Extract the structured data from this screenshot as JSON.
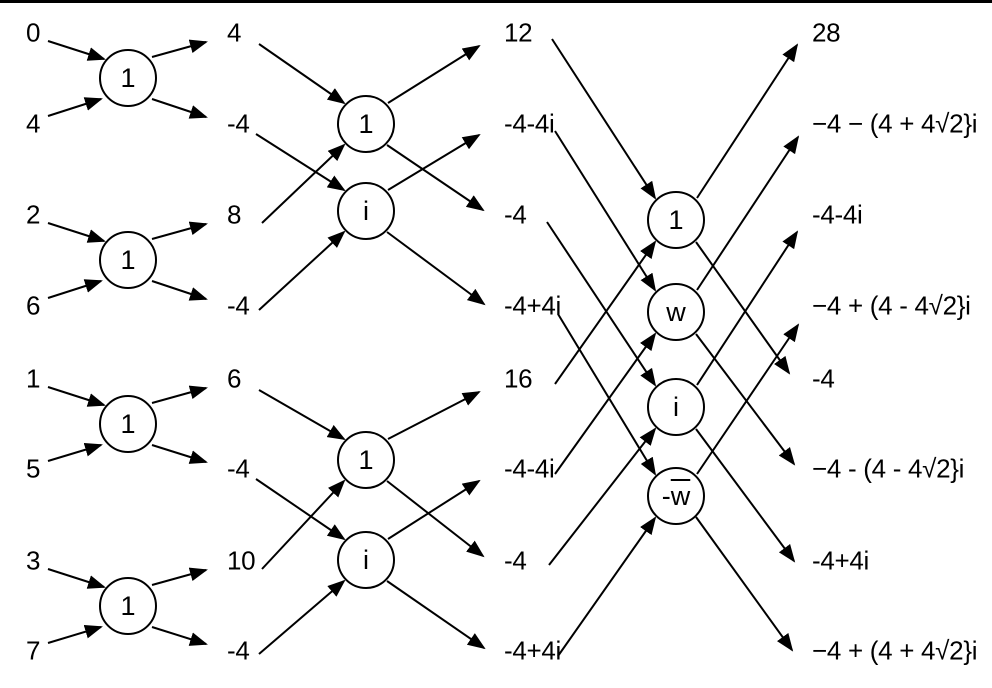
{
  "colors": {
    "line": "#000000",
    "background": "#ffffff"
  },
  "stage1": {
    "inputs": [
      "0",
      "4",
      "2",
      "6",
      "1",
      "5",
      "3",
      "7"
    ],
    "nodes": [
      {
        "pre": "1",
        "bar": ""
      },
      {
        "pre": "1",
        "bar": ""
      },
      {
        "pre": "1",
        "bar": ""
      },
      {
        "pre": "1",
        "bar": ""
      }
    ]
  },
  "stage2": {
    "values": [
      "4",
      "-4",
      "8",
      "-4",
      "6",
      "-4",
      "10",
      "-4"
    ],
    "nodes": [
      {
        "pre": "1",
        "bar": ""
      },
      {
        "pre": "i",
        "bar": ""
      },
      {
        "pre": "1",
        "bar": ""
      },
      {
        "pre": "i",
        "bar": ""
      }
    ]
  },
  "stage3": {
    "values": [
      "12",
      "-4-4i",
      "-4",
      "-4+4i",
      "16",
      "-4-4i",
      "-4",
      "-4+4i"
    ],
    "nodes": [
      {
        "pre": "1",
        "bar": ""
      },
      {
        "pre": "w",
        "bar": ""
      },
      {
        "pre": "i",
        "bar": ""
      },
      {
        "pre": "-",
        "bar": "w"
      }
    ]
  },
  "outputs": [
    "28",
    "−4 − (4 + 4√2}i",
    "-4-4i",
    "−4 + (4 - 4√2}i",
    "-4",
    "−4 - (4 - 4√2}i",
    "-4+4i",
    "−4 + (4 + 4√2}i"
  ]
}
